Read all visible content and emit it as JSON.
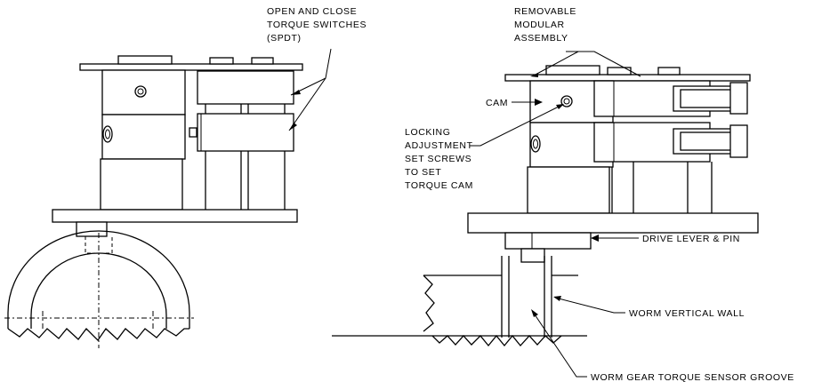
{
  "labels": {
    "torque_switches": [
      "OPEN AND CLOSE",
      "TORQUE SWITCHES",
      "(SPDT)"
    ],
    "removable_assembly": [
      "REMOVABLE",
      "MODULAR",
      "ASSEMBLY"
    ],
    "cam": "CAM",
    "set_screws": [
      "LOCKING",
      "ADJUSTMENT",
      "SET SCREWS",
      "TO SET",
      "TORQUE CAM"
    ],
    "drive_lever": "DRIVE LEVER & PIN",
    "worm_wall": "WORM VERTICAL WALL",
    "sensor_groove": "WORM GEAR TORQUE SENSOR GROOVE"
  }
}
